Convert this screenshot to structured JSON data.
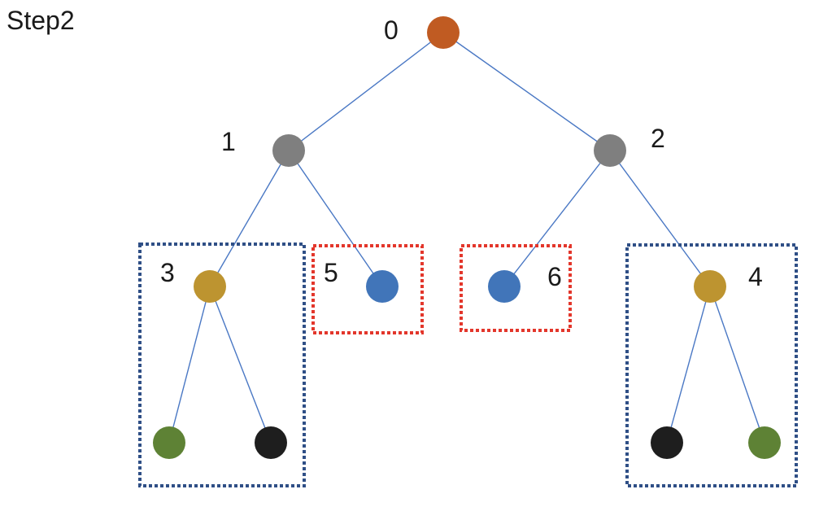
{
  "title": "Step2",
  "colors": {
    "root": "#c05b22",
    "internal": "#7f7f7f",
    "gold": "#bd9430",
    "blue": "#4175b9",
    "green": "#5e8235",
    "black": "#1e1e1e",
    "edge": "#4a78c4",
    "blue_box": "#2f4f86",
    "red_box": "#e3362b"
  },
  "nodes": [
    {
      "id": "node-0",
      "label": "0",
      "color_key": "root"
    },
    {
      "id": "node-1",
      "label": "1",
      "color_key": "internal"
    },
    {
      "id": "node-2",
      "label": "2",
      "color_key": "internal"
    },
    {
      "id": "node-3",
      "label": "3",
      "color_key": "gold"
    },
    {
      "id": "node-4",
      "label": "4",
      "color_key": "gold"
    },
    {
      "id": "node-5",
      "label": "5",
      "color_key": "blue"
    },
    {
      "id": "node-6",
      "label": "6",
      "color_key": "blue"
    },
    {
      "id": "leaf-3-left",
      "label": "",
      "color_key": "green"
    },
    {
      "id": "leaf-3-right",
      "label": "",
      "color_key": "black"
    },
    {
      "id": "leaf-4-left",
      "label": "",
      "color_key": "black"
    },
    {
      "id": "leaf-4-right",
      "label": "",
      "color_key": "green"
    }
  ],
  "edges": [
    {
      "from": "node-0",
      "to": "node-1"
    },
    {
      "from": "node-0",
      "to": "node-2"
    },
    {
      "from": "node-1",
      "to": "node-3"
    },
    {
      "from": "node-1",
      "to": "node-5"
    },
    {
      "from": "node-2",
      "to": "node-6"
    },
    {
      "from": "node-2",
      "to": "node-4"
    },
    {
      "from": "node-3",
      "to": "leaf-3-left"
    },
    {
      "from": "node-3",
      "to": "leaf-3-right"
    },
    {
      "from": "node-4",
      "to": "leaf-4-left"
    },
    {
      "from": "node-4",
      "to": "leaf-4-right"
    }
  ],
  "groups": [
    {
      "id": "group-subtree-3",
      "color_key": "blue_box"
    },
    {
      "id": "group-node-5",
      "color_key": "red_box"
    },
    {
      "id": "group-node-6",
      "color_key": "red_box"
    },
    {
      "id": "group-subtree-4",
      "color_key": "blue_box"
    }
  ]
}
